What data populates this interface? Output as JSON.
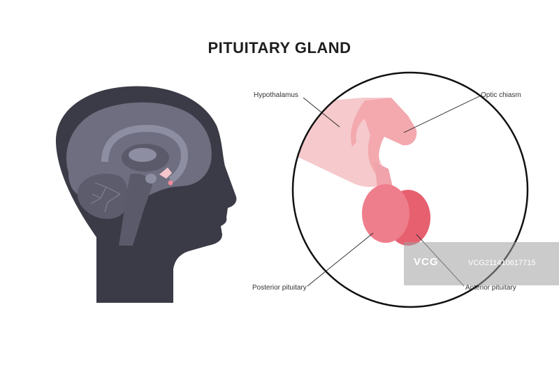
{
  "title": "PITUITARY GLAND",
  "labels": {
    "hypothalamus": "Hypothalamus",
    "optic_chiasm": "Optic chiasm",
    "posterior_pituitary": "Posterior pituitary",
    "anterior_pituitary": "Anterior pituitary"
  },
  "watermark": {
    "logo": "VCG",
    "id": "VCG211410617715"
  },
  "colors": {
    "head_silhouette": "#3b3b47",
    "brain": "#6e6e80",
    "pituitary_marker": "#f08a9c",
    "hypothalamus": "#f6c9cc",
    "optic_chiasm": "#f3a9ae",
    "posterior_pituitary": "#ef7e8c",
    "anterior_pituitary": "#e6606f"
  }
}
